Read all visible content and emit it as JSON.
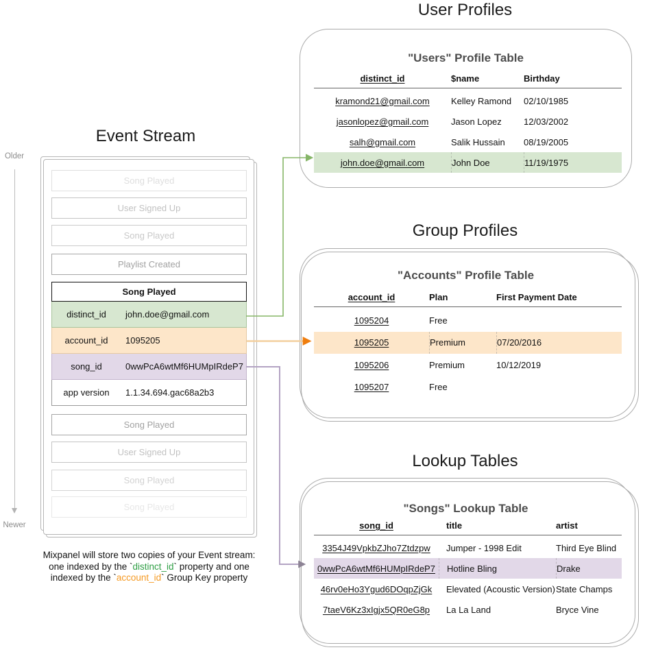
{
  "colors": {
    "green_fill": "#d7e7d0",
    "orange_fill": "#fde6c9",
    "purple_fill": "#e2d8e8",
    "green_arrow": "#85b567",
    "orange_line": "#f3cf9e",
    "orange_arrow": "#ef7d0d",
    "purple_line": "#b3a3c3",
    "purple_arrow": "#8d8395",
    "distinct_id_green": "#2e9e44",
    "account_id_orange": "#f59a23"
  },
  "event_stream": {
    "title": "Event Stream",
    "older_label": "Older",
    "newer_label": "Newer",
    "events_above": [
      {
        "label": "Song Played"
      },
      {
        "label": "User Signed Up"
      },
      {
        "label": "Song Played"
      },
      {
        "label": "Playlist Created"
      }
    ],
    "expanded_event": {
      "title": "Song Played",
      "properties": [
        {
          "name": "distinct_id",
          "value": "john.doe@gmail.com",
          "highlight": "green"
        },
        {
          "name": "account_id",
          "value": "1095205",
          "highlight": "orange"
        },
        {
          "name": "song_id",
          "value": "0wwPcA6wtMf6HUMpIRdeP7",
          "highlight": "purple"
        },
        {
          "name": "app version",
          "value": "1.1.34.694.gac68a2b3",
          "highlight": "none"
        }
      ]
    },
    "events_below": [
      {
        "label": "Song Played"
      },
      {
        "label": "User Signed Up"
      },
      {
        "label": "Song Played"
      },
      {
        "label": "Song Played"
      }
    ],
    "caption": {
      "line1": "Mixpanel will store two copies of your Event stream:",
      "line2_pre": "one indexed by the `",
      "line2_key": "distinct_id",
      "line2_post": "` property and one",
      "line3_pre": "indexed by the `",
      "line3_key": "account_id",
      "line3_post": "` Group Key property"
    }
  },
  "user_profiles": {
    "section_title": "User Profiles",
    "table_title": "\"Users\" Profile Table",
    "columns": [
      "distinct_id",
      "$name",
      "Birthday"
    ],
    "rows": [
      [
        "kramond21@gmail.com",
        "Kelley Ramond",
        "02/10/1985"
      ],
      [
        "jasonlopez@gmail.com",
        "Jason Lopez",
        "12/03/2002"
      ],
      [
        "salh@gmail.com",
        "Salik Hussain",
        "08/19/2005"
      ],
      [
        "john.doe@gmail.com",
        "John Doe",
        "11/19/1975"
      ]
    ],
    "highlighted_row_index": 3
  },
  "group_profiles": {
    "section_title": "Group Profiles",
    "table_title": "\"Accounts\" Profile Table",
    "columns": [
      "account_id",
      "Plan",
      "First Payment Date"
    ],
    "rows": [
      [
        "1095204",
        "Free",
        ""
      ],
      [
        "1095205",
        "Premium",
        "07/20/2016"
      ],
      [
        "1095206",
        "Premium",
        "10/12/2019"
      ],
      [
        "1095207",
        "Free",
        ""
      ]
    ],
    "highlighted_row_index": 1
  },
  "lookup_tables": {
    "section_title": "Lookup Tables",
    "table_title": "\"Songs\" Lookup Table",
    "columns": [
      "song_id",
      "title",
      "artist"
    ],
    "rows": [
      [
        "3354J49VpkbZJho7Ztdzpw",
        "Jumper - 1998 Edit",
        "Third Eye Blind"
      ],
      [
        "0wwPcA6wtMf6HUMpIRdeP7",
        "Hotline Bling",
        "Drake"
      ],
      [
        "46rv0eHo3Ygud6DOqpZjGk",
        "Elevated (Acoustic Version)",
        "State Champs"
      ],
      [
        "7taeV6Kz3xIgjx5QR0eG8p",
        "La La Land",
        "Bryce Vine"
      ]
    ],
    "highlighted_row_index": 1
  }
}
